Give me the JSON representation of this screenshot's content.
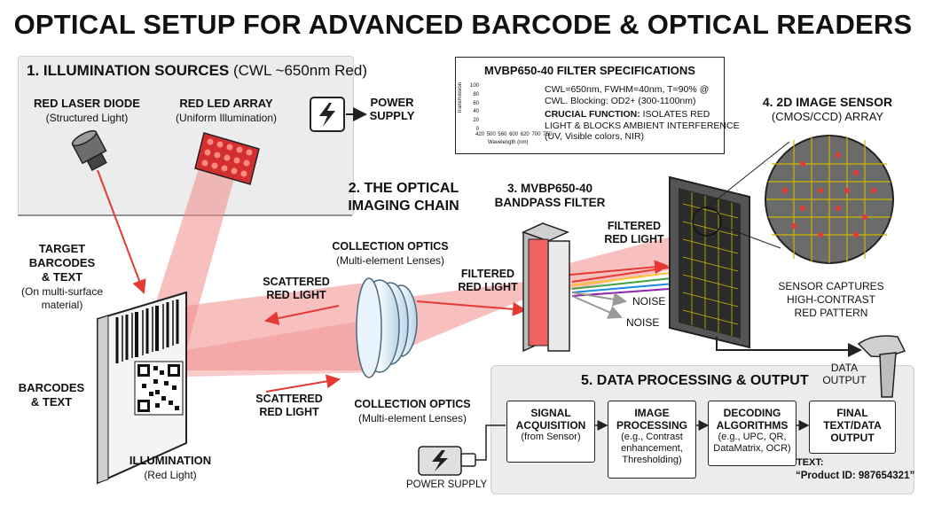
{
  "title": "OPTICAL SETUP FOR ADVANCED BARCODE & OPTICAL READERS",
  "illumination": {
    "heading": "1. ILLUMINATION SOURCES",
    "heading_note": "(CWL ~650nm Red)",
    "laser_label": "RED LASER DIODE",
    "laser_sub": "(Structured Light)",
    "led_label": "RED LED ARRAY",
    "led_sub": "(Uniform Illumination)",
    "power_label": "POWER\nSUPPLY"
  },
  "filter_specs": {
    "heading": "MVBP650-40 FILTER SPECIFICATIONS",
    "chart_ylabel": "Transmission",
    "chart_xlabel": "Wavelength (nm)",
    "y_ticks": [
      "100",
      "80",
      "60",
      "40",
      "20",
      "0"
    ],
    "x_ticks": [
      "420",
      "500",
      "560",
      "600",
      "620",
      "700",
      "750"
    ],
    "line1": "CWL=650nm, FWHM=40nm, T=90% @",
    "line2": "CWL. Blocking: OD2+ (300-1100nm)",
    "crucial_bold": "CRUCIAL FUNCTION:",
    "crucial_rest": " ISOLATES RED",
    "line4": "LIGHT & BLOCKS AMBIENT INTERFERENCE",
    "line5": "(UV, Visible colors, NIR)"
  },
  "target": {
    "label": "TARGET\nBARCODES\n& TEXT",
    "sub": "(On multi-surface\nmaterial)",
    "side_label": "BARCODES\n& TEXT",
    "illum_label": "ILLUMINATION",
    "illum_sub": "(Red Light)"
  },
  "chain": {
    "heading": "2. THE OPTICAL\nIMAGING CHAIN",
    "optics_top": "COLLECTION OPTICS",
    "optics_top_sub": "(Multi-element Lenses)",
    "optics_bottom": "COLLECTION OPTICS",
    "optics_bottom_sub": "(Multi-element Lenses)",
    "scattered_top": "SCATTERED\nRED LIGHT",
    "scattered_bottom": "SCATTERED\nRED LIGHT",
    "filtered_1": "FILTERED\nRED LIGHT",
    "filtered_2": "FILTERED\nRED LIGHT",
    "noise_1": "NOISE",
    "noise_2": "NOISE"
  },
  "filter": {
    "heading": "3. MVBP650-40\nBANDPASS FILTER"
  },
  "sensor": {
    "heading": "4. 2D IMAGE SENSOR",
    "sub": "(CMOS/CCD) ARRAY",
    "caption": "SENSOR CAPTURES\nHIGH-CONTRAST\nRED PATTERN",
    "data_output": "DATA\nOUTPUT"
  },
  "processing": {
    "heading": "5. DATA PROCESSING & OUTPUT",
    "steps": [
      {
        "title": "SIGNAL\nACQUISITION",
        "desc": "(from Sensor)"
      },
      {
        "title": "IMAGE\nPROCESSING",
        "desc": "(e.g., Contrast\nenhancement,\nThresholding)"
      },
      {
        "title": "DECODING\nALGORITHMS",
        "desc": "(e.g., UPC, QR,\nDataMatrix, OCR)"
      },
      {
        "title": "FINAL\nTEXT/DATA\nOUTPUT",
        "desc": ""
      }
    ],
    "text_label": "TEXT:",
    "text_value": "“Product ID: 987654321”",
    "power_label": "POWER SUPPLY"
  },
  "colors": {
    "red": "#e53935",
    "beam": "#f28b8b",
    "panel": "#ececec"
  }
}
